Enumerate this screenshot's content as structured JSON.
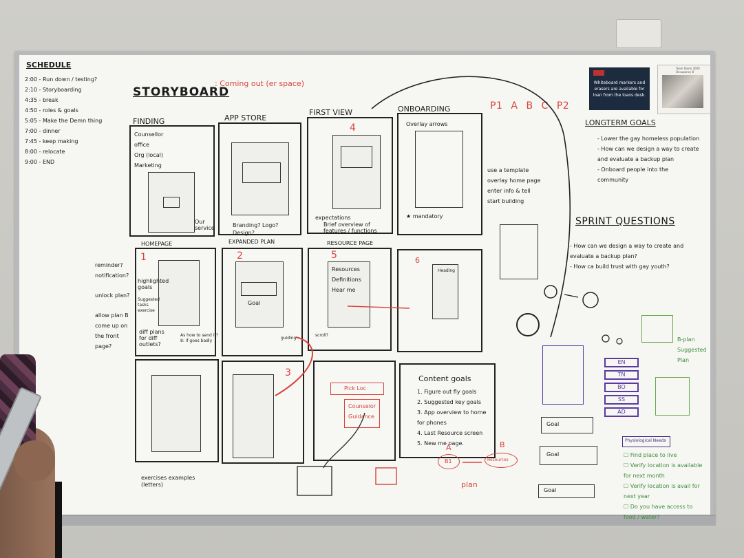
{
  "schedule": {
    "title": "SCHEDULE",
    "items": [
      "2:00 - Run down / testing?",
      "2:10 - Storyboarding",
      "4:35 - break",
      "4:50 - roles & goals",
      "5:05 - Make the Demn thing",
      "7:00 - dinner",
      "7:45 - keep making",
      "8:00 - relocate",
      "9:00 - END"
    ]
  },
  "storyboard": {
    "title": "STORYBOARD",
    "subtitle": ": Coming out (er space)"
  },
  "columns": [
    "FINDING",
    "APP STORE",
    "FIRST VIEW",
    "ONBOARDING"
  ],
  "row2_labels": [
    "HOMEPAGE",
    "EXPANDED PLAN",
    "RESOURCE PAGE"
  ],
  "panel_texts": {
    "finding": [
      "Counsellor",
      "office",
      "Org (local)",
      "Marketing"
    ],
    "finding_note": "Our service",
    "appstore_note": "Branding? Logo? Design?",
    "firstview_number": "4",
    "firstview_note": "Brief overview of features / functions",
    "firstview_note_prefix": "expectations",
    "onboarding_note": "Overlay arrows",
    "onboarding_footer": "mandatory",
    "home_number": "1",
    "home_left": [
      "highlighted goals",
      "Suggested tasks exercise"
    ],
    "home_bottom": "diff plans for diff outlets?",
    "home_right": "As how to send it? 8: if goes badly",
    "expanded_number": "2",
    "expanded_goal": "Goal",
    "resource_number": "5",
    "resource_items": [
      "Resources",
      "Definitions",
      "Hear me"
    ],
    "resource_scroll": "scroll?",
    "row2col4_number": "6",
    "row2col4_text": "Heading",
    "row3_number": "3",
    "row3_col3": "Pick Loc",
    "row3_col3_items": [
      "Counselor",
      "Guidance"
    ],
    "content_goals_title": "Content goals",
    "content_goals": [
      "1. Figure out fly goals",
      "2. Suggested key goals",
      "3. App overview to home for phones",
      "4. Last Resource screen",
      "5. New me page."
    ],
    "row3_col1_note": "exercises examples (letters)",
    "side_notes": [
      "reminder? notification?",
      "unlock plan?",
      "allow plan B come up on the front page?"
    ],
    "expanded_side": "guiding"
  },
  "mid_column": {
    "letters": [
      "P1",
      "A",
      "B",
      "C",
      "P2"
    ],
    "items": [
      "use a template",
      "overlay home page",
      "enter info & tell",
      "start building"
    ]
  },
  "longterm": {
    "title": "LONGTERM GOALS",
    "items": [
      "Lower the gay homeless population",
      "How can we design a way to create and evaluate a backup plan",
      "Onboard people into the community"
    ]
  },
  "sprint": {
    "title": "SPRINT QUESTIONS",
    "items": [
      "How can we design a way to create and evaluate a backup plan?",
      "How ca build trust with gay youth?"
    ]
  },
  "notice": {
    "text": "Whiteboard markers and erasers are available for loan from the loans desk."
  },
  "photo_card": {
    "text": "Team Room 3000 Occupancy 8"
  },
  "bottom_labels": {
    "a": "A",
    "b": "B",
    "b1": "B1",
    "plan": "plan",
    "arrow_target": "Resources"
  },
  "right_lower": {
    "goal1": "Goal",
    "goal2": "Goal",
    "goal3": "Goal",
    "tags": [
      "EN",
      "TN",
      "BO",
      "SS",
      "AD"
    ],
    "physiological": "Physiological Needs",
    "checklist": [
      "Find place to live",
      "Verify location is available for next month",
      "Verify location is avail for next year",
      "Do you have access to food / water?"
    ],
    "plan_labels": [
      "B-plan",
      "Suggested",
      "Plan"
    ]
  },
  "colors": {
    "red": "#d8433b",
    "black": "#1b1b1b",
    "green": "#3c8f3a",
    "purple": "#4b2d86",
    "board": "#f6f6f3",
    "frame": "#b7b9bb",
    "wall": "#c9c8c3"
  },
  "icons": [
    "star-icon",
    "arrow-icon",
    "checkbox-icon",
    "circle-icon"
  ]
}
